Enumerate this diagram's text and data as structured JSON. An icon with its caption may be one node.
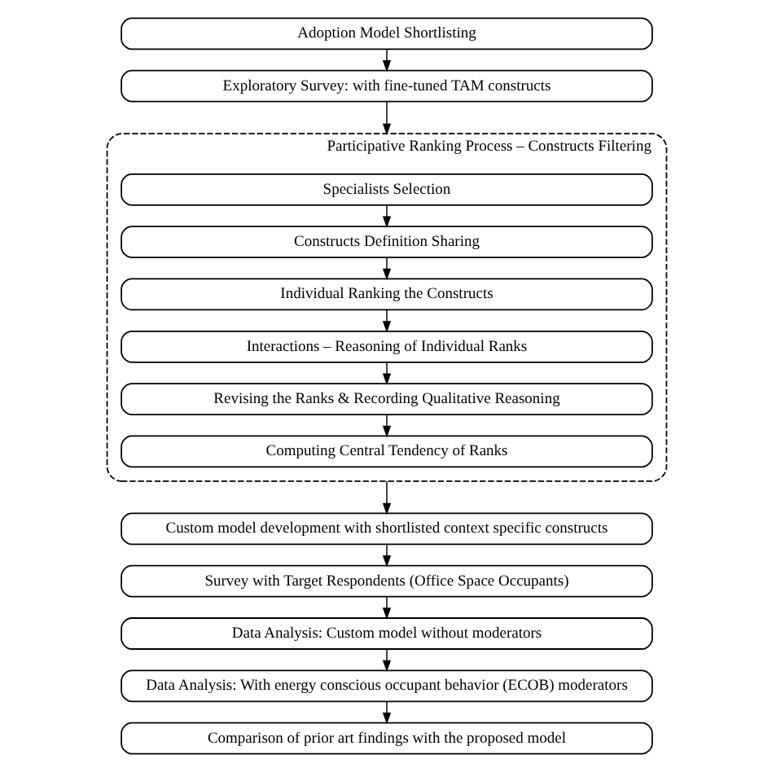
{
  "diagram": {
    "nodes": [
      {
        "text": [
          "Adoption Model Shortlisting"
        ]
      },
      {
        "text": [
          "Exploratory Survey: with fine-tuned TAM constructs"
        ]
      },
      {
        "text": [
          "Participative Ranking Process – Constructs Filtering"
        ]
      },
      {
        "text": [
          "Specialists Selection"
        ],
        "in": 2
      },
      {
        "text": [
          "Constructs Definition Sharing"
        ],
        "in": 2
      },
      {
        "text": [
          "Individual Ranking the Constructs"
        ],
        "in": 2
      },
      {
        "text": [
          "Interactions – Reasoning of Individual Ranks"
        ],
        "in": 2
      },
      {
        "text": [
          "Revising the Ranks & Recording Qualitative Reasoning"
        ],
        "in": 2
      },
      {
        "text": [
          "Computing Central Tendency of Ranks"
        ],
        "in": 2
      },
      {
        "text": [
          "Custom model development with shortlisted context specific constructs"
        ]
      },
      {
        "text": [
          "Survey with Target Respondents (Office Space Occupants)"
        ]
      },
      {
        "text": [
          "Data Analysis: Custom model without moderators"
        ]
      },
      {
        "text": [
          "Data Analysis: With energy conscious occupant behavior (ECOB) moderators"
        ]
      },
      {
        "text": [
          "Comparison of prior art findings with the proposed model"
        ]
      }
    ],
    "edges": [
      {
        "from": 0,
        "to": 1,
        "arrow": "to"
      },
      {
        "from": 1,
        "to": 2,
        "arrow": "to"
      },
      {
        "from": 3,
        "to": 4,
        "arrow": "to"
      },
      {
        "from": 4,
        "to": 5,
        "arrow": "to"
      },
      {
        "from": 5,
        "to": 6,
        "arrow": "to"
      },
      {
        "from": 6,
        "to": 7,
        "arrow": "to"
      },
      {
        "from": 7,
        "to": 8,
        "arrow": "to"
      },
      {
        "from": 2,
        "to": 9,
        "arrow": "to"
      },
      {
        "from": 9,
        "to": 10,
        "arrow": "to"
      },
      {
        "from": 10,
        "to": 11,
        "arrow": "to"
      },
      {
        "from": 11,
        "to": 12,
        "arrow": "to"
      },
      {
        "from": 12,
        "to": 13,
        "arrow": "to"
      }
    ]
  }
}
